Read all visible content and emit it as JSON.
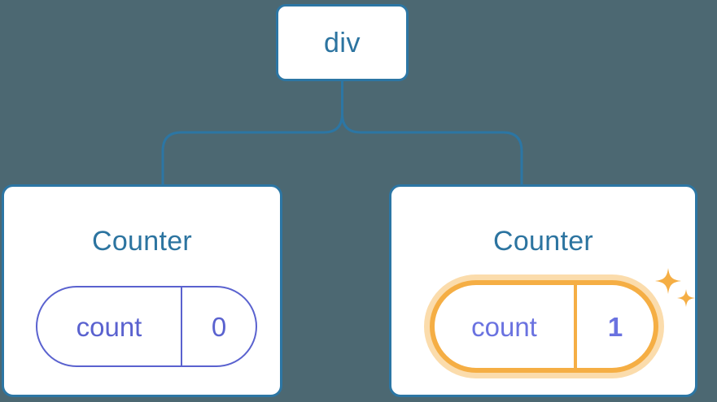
{
  "diagram": {
    "type": "component-tree",
    "background_color": "#4c6872",
    "accent_colors": {
      "node_border": "#2c76a4",
      "node_text": "#2c74a0",
      "state_pill": "#5a62cf",
      "highlight": "#f5ae44",
      "highlight_glow": "#fbdcac",
      "highlight_value_text": "#6a72e0"
    },
    "root": {
      "label": "div"
    },
    "children": [
      {
        "title": "Counter",
        "state": {
          "key": "count",
          "value": "0"
        },
        "highlighted": false
      },
      {
        "title": "Counter",
        "state": {
          "key": "count",
          "value": "1"
        },
        "highlighted": true,
        "sparkle_icon": "sparkles-icon"
      }
    ]
  }
}
